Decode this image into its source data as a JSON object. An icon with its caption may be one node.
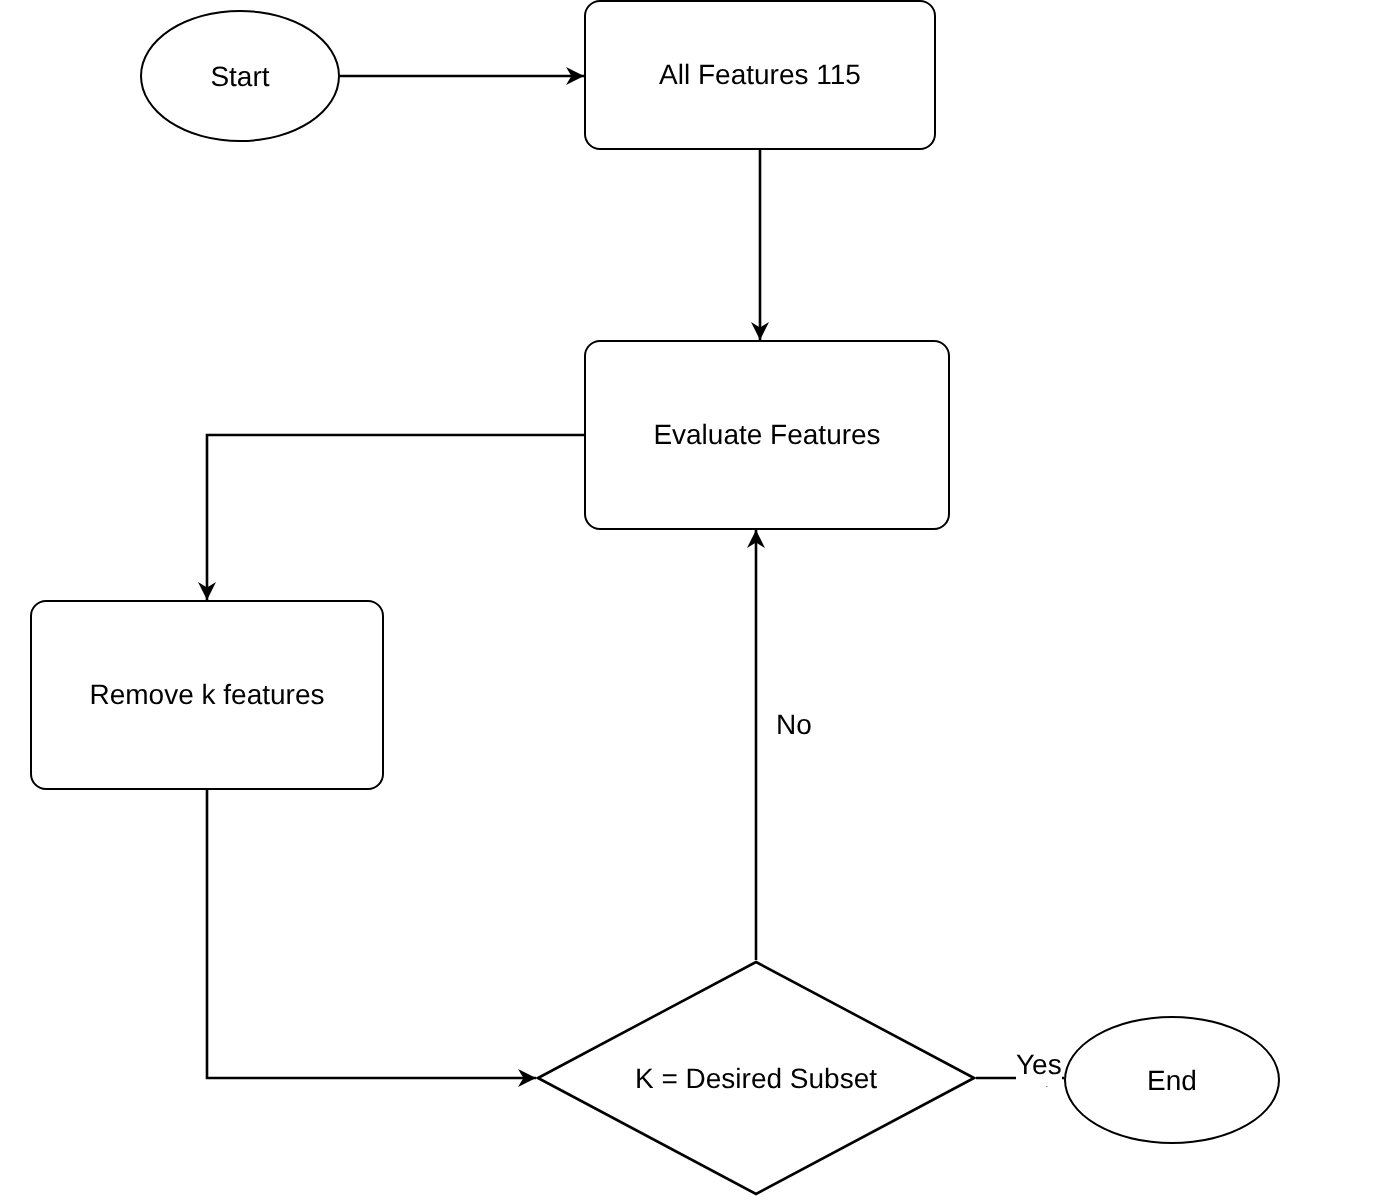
{
  "diagram": {
    "nodes": [
      {
        "text": [
          "Start"
        ]
      },
      {
        "text": [
          "All Features 115"
        ]
      },
      {
        "text": [
          "Evaluate Features"
        ]
      },
      {
        "text": [
          "Remove k features"
        ]
      },
      {
        "text": [
          "K = Desired Subset"
        ]
      },
      {
        "text": [
          "End"
        ]
      }
    ],
    "edges": [
      {
        "from": 0,
        "to": 1,
        "arrow": "to"
      },
      {
        "from": 1,
        "to": 2,
        "arrow": "to"
      },
      {
        "from": 2,
        "to": 3,
        "arrow": "to"
      },
      {
        "from": 3,
        "to": 4,
        "arrow": "to"
      },
      {
        "from": 4,
        "to": 2,
        "arrow": "to",
        "label": "No"
      },
      {
        "from": 4,
        "to": 5,
        "arrow": "to",
        "label": "Yes"
      }
    ]
  }
}
